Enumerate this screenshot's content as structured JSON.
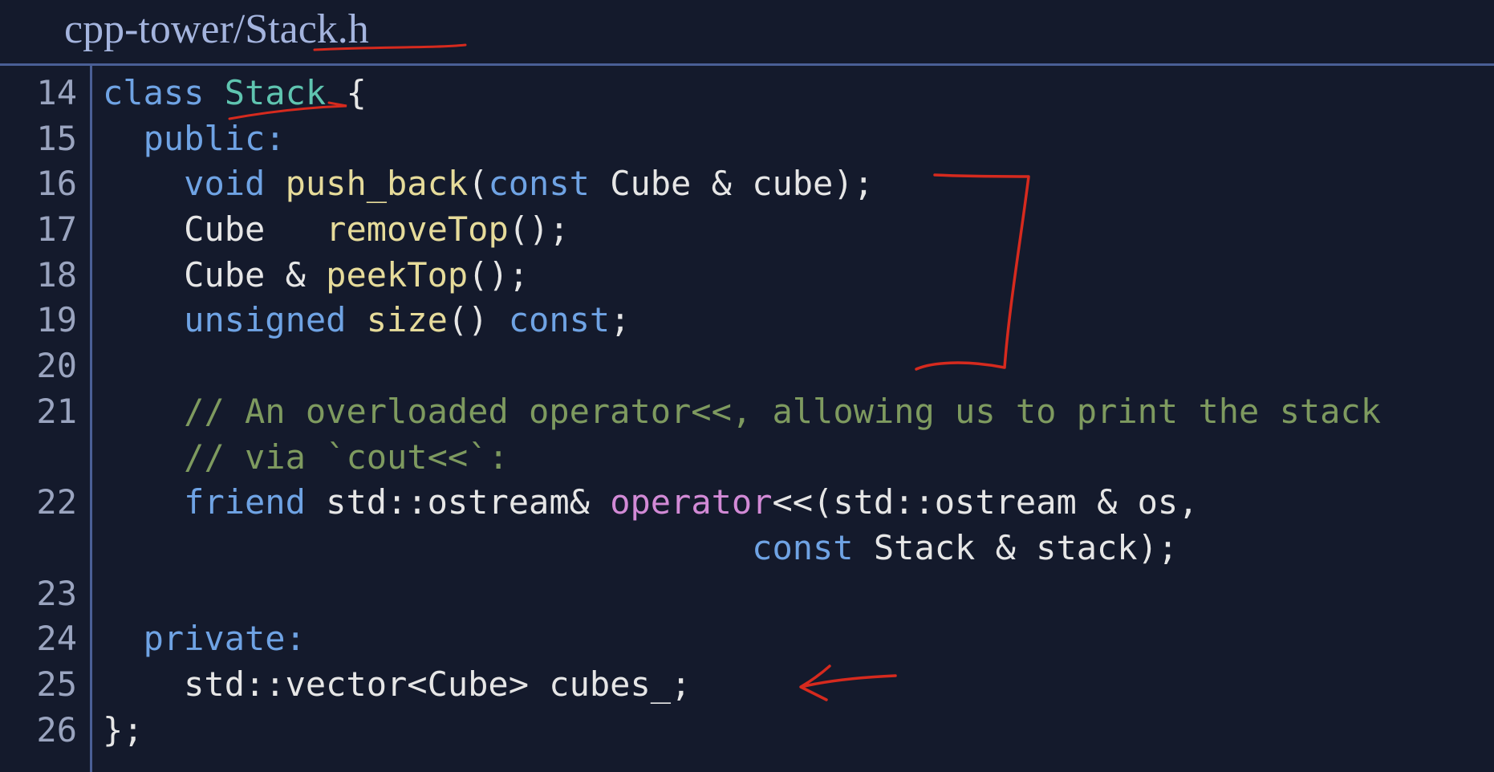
{
  "header": {
    "path_prefix": "cpp-tower/",
    "file_name": "Stack.h"
  },
  "code": {
    "lines": [
      {
        "num": "14",
        "tokens": [
          [
            "kw",
            "class "
          ],
          [
            "ty",
            "Stack"
          ],
          [
            "pl",
            " {"
          ]
        ]
      },
      {
        "num": "15",
        "tokens": [
          [
            "pl",
            "  "
          ],
          [
            "kw",
            "public:"
          ]
        ]
      },
      {
        "num": "16",
        "tokens": [
          [
            "pl",
            "    "
          ],
          [
            "kw",
            "void "
          ],
          [
            "fn",
            "push_back"
          ],
          [
            "pl",
            "("
          ],
          [
            "kw",
            "const "
          ],
          [
            "pl",
            "Cube & cube);"
          ]
        ]
      },
      {
        "num": "17",
        "tokens": [
          [
            "pl",
            "    Cube   "
          ],
          [
            "fn",
            "removeTop"
          ],
          [
            "pl",
            "();"
          ]
        ]
      },
      {
        "num": "18",
        "tokens": [
          [
            "pl",
            "    Cube & "
          ],
          [
            "fn",
            "peekTop"
          ],
          [
            "pl",
            "();"
          ]
        ]
      },
      {
        "num": "19",
        "tokens": [
          [
            "pl",
            "    "
          ],
          [
            "kw",
            "unsigned "
          ],
          [
            "fn",
            "size"
          ],
          [
            "pl",
            "() "
          ],
          [
            "kw",
            "const"
          ],
          [
            "pl",
            ";"
          ]
        ]
      },
      {
        "num": "20",
        "tokens": [
          [
            "pl",
            ""
          ]
        ]
      },
      {
        "num": "21",
        "tokens": [
          [
            "pl",
            "    "
          ],
          [
            "cm",
            "// An overloaded operator<<, allowing us to print the stack"
          ]
        ]
      },
      {
        "num": "",
        "tokens": [
          [
            "pl",
            "    "
          ],
          [
            "cm",
            "// via `cout<<`:"
          ]
        ]
      },
      {
        "num": "22",
        "tokens": [
          [
            "pl",
            "    "
          ],
          [
            "kw",
            "friend "
          ],
          [
            "pl",
            "std::ostream& "
          ],
          [
            "op",
            "operator"
          ],
          [
            "pl",
            "<<(std::ostream & os,"
          ]
        ]
      },
      {
        "num": "",
        "tokens": [
          [
            "pl",
            "                                "
          ],
          [
            "kw",
            "const "
          ],
          [
            "pl",
            "Stack & stack);"
          ]
        ]
      },
      {
        "num": "23",
        "tokens": [
          [
            "pl",
            ""
          ]
        ]
      },
      {
        "num": "24",
        "tokens": [
          [
            "pl",
            "  "
          ],
          [
            "kw",
            "private:"
          ]
        ]
      },
      {
        "num": "25",
        "tokens": [
          [
            "pl",
            "    std::vector<Cube> cubes_;"
          ]
        ]
      },
      {
        "num": "26",
        "tokens": [
          [
            "pl",
            "};"
          ]
        ]
      }
    ]
  },
  "annotations": {
    "color": "#d62a1e",
    "marks": [
      "underline-stack-class-name",
      "bracket-public-methods",
      "arrow-to-cubes-member",
      "underline-file-name"
    ]
  }
}
